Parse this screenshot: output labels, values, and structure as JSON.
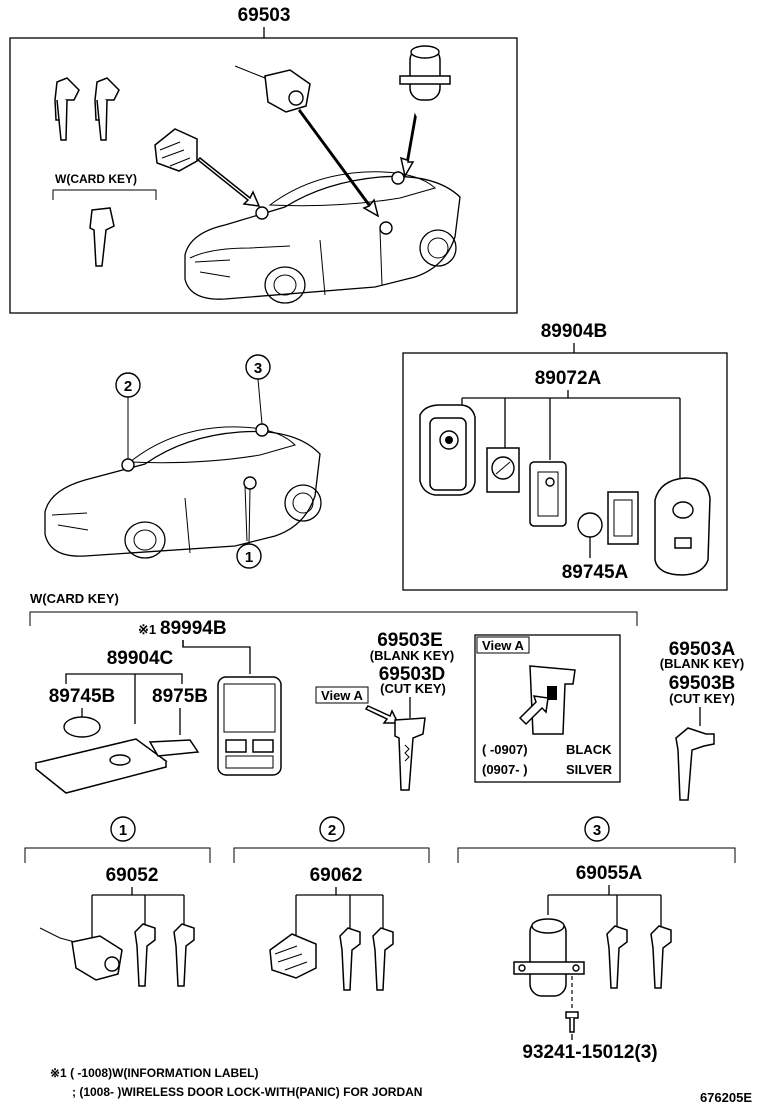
{
  "top_assembly": {
    "part_no": "69503",
    "card_key_label": "W(CARD KEY)"
  },
  "smart_key": {
    "part_no": "89904B",
    "sub_part_no": "89072A",
    "battery_part_no": "89745A"
  },
  "callouts": [
    "2",
    "3",
    "1"
  ],
  "card_key_section": {
    "label": "W(CARD KEY)",
    "note_ref": "※1",
    "card_part_no": "89994B",
    "card_sub_no": "89904C",
    "battery_part_no": "89745B",
    "label_part_no": "8975B"
  },
  "emergency_key": {
    "part_no_blank": "69503E",
    "blank_label": "(BLANK KEY)",
    "part_no_cut": "69503D",
    "cut_label": "(CUT KEY)",
    "view_label": "View A"
  },
  "view_a": {
    "title": "View A",
    "row1_range": "(       -0907)",
    "row1_color": "BLACK",
    "row2_range": "(0907-        )",
    "row2_color": "SILVER"
  },
  "master_key": {
    "part_no_blank": "69503A",
    "blank_label": "(BLANK KEY)",
    "part_no_cut": "69503B",
    "cut_label": "(CUT KEY)"
  },
  "cylinder_sets": [
    {
      "callout": "1",
      "part_no": "69052"
    },
    {
      "callout": "2",
      "part_no": "69062"
    },
    {
      "callout": "3",
      "part_no": "69055A"
    }
  ],
  "screw_part": "93241-15012(3)",
  "footnotes": {
    "line1": "※1 (       -1008)W(INFORMATION LABEL)",
    "line2": ";  (1008-        )WIRELESS DOOR LOCK-WITH(PANIC) FOR JORDAN"
  },
  "diagram_no": "676205E"
}
